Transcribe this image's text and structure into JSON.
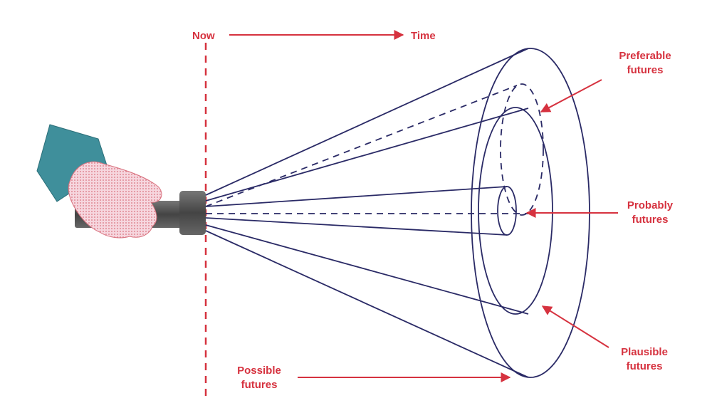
{
  "labels": {
    "now": "Now",
    "time": "Time",
    "preferable_line1": "Preferable",
    "preferable_line2": "futures",
    "probably_line1": "Probably",
    "probably_line2": "futures",
    "plausible_line1": "Plausible",
    "plausible_line2": "futures",
    "possible_line1": "Possible",
    "possible_line2": "futures"
  },
  "colors": {
    "accent": "#d6323f",
    "cone_line": "#2a2a66",
    "sleeve": "#3f8f9b",
    "glove": "#f2c6d0",
    "flashlight": "#555555"
  },
  "icons": {
    "hand": "hand-holding-flashlight-icon"
  }
}
